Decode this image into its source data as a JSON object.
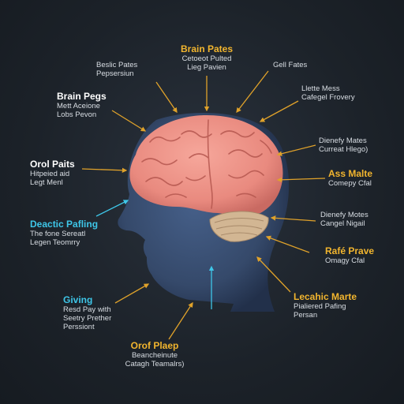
{
  "labels": {
    "top_center": {
      "title": "Brain Pates",
      "line1": "Cetoeot Pulted",
      "line2": "Lieg Pavien"
    },
    "top_left": {
      "line1": "Beslic Pates",
      "line2": "Pepsersiun"
    },
    "top_right": {
      "line1": "Gell Fates"
    },
    "left_1": {
      "title": "Brain Pegs",
      "line1": "Mett Aceione",
      "line2": "Lobs Pevon"
    },
    "right_1": {
      "line1": "Llette Mess",
      "line2": "Cafegel Frovery"
    },
    "left_2": {
      "title": "Orol Paits",
      "line1": "Hitpeied aid",
      "line2": "Legt Menl"
    },
    "right_2": {
      "line1": "Dienefy Mates",
      "line2": "Curreat Hlego)"
    },
    "right_3": {
      "title": "Ass Malte",
      "line1": "Comepy Cfal"
    },
    "left_3": {
      "title": "Deactic Pafling",
      "line1": "The fone Sereatl",
      "line2": "Legen Teomrry"
    },
    "right_4": {
      "line1": "Dienefy Motes",
      "line2": "Cangel Nigail"
    },
    "right_5": {
      "title": "Rafé Prave",
      "line1": "Omagy Cfal"
    },
    "left_4": {
      "title": "Giving",
      "line1": "Resd Pay with",
      "line2": "Seetry Prether",
      "line3": "Perssiont"
    },
    "right_6": {
      "title": "Lecahic Marte",
      "line1": "Pialiered Pafing",
      "line2": "Persan"
    },
    "bottom": {
      "title": "Orof Plaep",
      "line1": "Beancheinute",
      "line2": "Catagh Teamalrs)"
    }
  },
  "colors": {
    "background": "#1c2229",
    "gold": "#f2b52e",
    "cyan": "#3ec6e8",
    "white": "#ffffff",
    "brain": "#eb8d84",
    "head": "#39506f",
    "cerebellum": "#ceb28f",
    "arrow_gold": "#e0a22a",
    "arrow_cyan": "#3ec6e8"
  }
}
